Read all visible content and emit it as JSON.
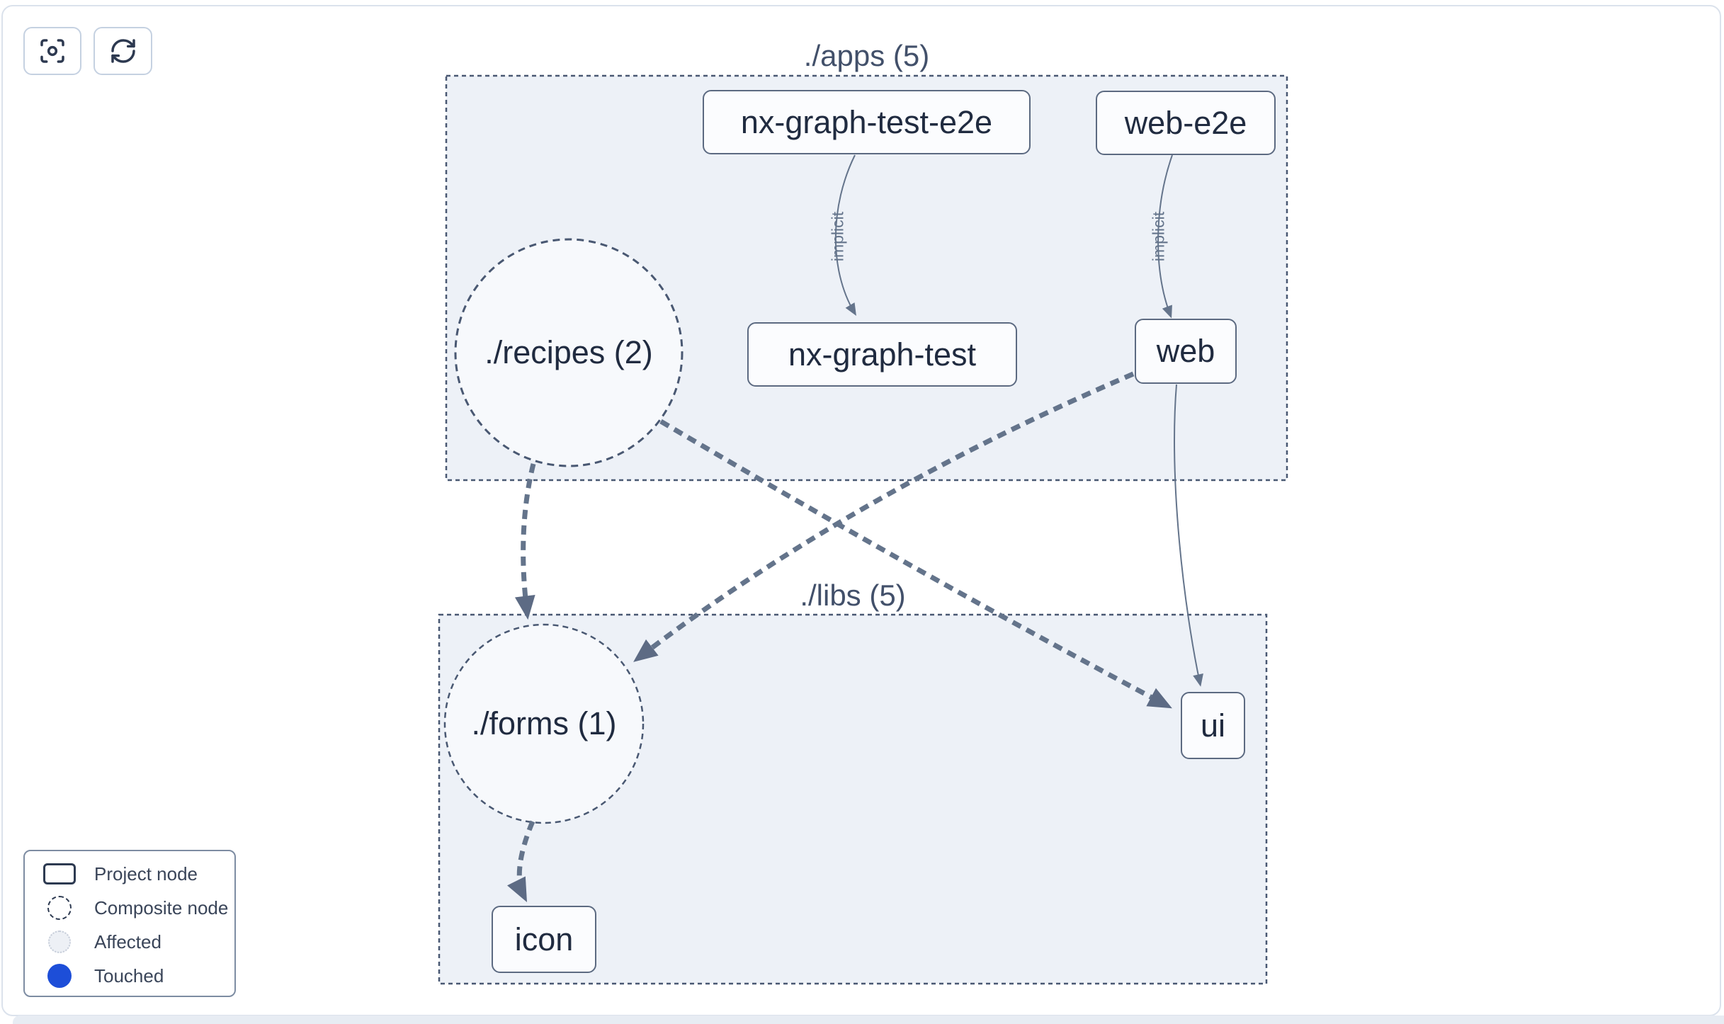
{
  "toolbar": {
    "buttons": [
      {
        "icon": "focus-icon"
      },
      {
        "icon": "refresh-icon"
      }
    ]
  },
  "graph": {
    "groups": [
      {
        "id": "apps",
        "label": "./apps (5)"
      },
      {
        "id": "libs",
        "label": "./libs (5)"
      }
    ],
    "project_nodes": [
      {
        "id": "nx-graph-test-e2e",
        "label": "nx-graph-test-e2e",
        "group": "apps"
      },
      {
        "id": "web-e2e",
        "label": "web-e2e",
        "group": "apps"
      },
      {
        "id": "nx-graph-test",
        "label": "nx-graph-test",
        "group": "apps"
      },
      {
        "id": "web",
        "label": "web",
        "group": "apps"
      },
      {
        "id": "ui",
        "label": "ui",
        "group": "libs"
      },
      {
        "id": "icon",
        "label": "icon",
        "group": "libs"
      }
    ],
    "composite_nodes": [
      {
        "id": "recipes",
        "label": "./recipes (2)",
        "group": "apps"
      },
      {
        "id": "forms",
        "label": "./forms (1)",
        "group": "libs"
      }
    ],
    "edges": [
      {
        "from": "nx-graph-test-e2e",
        "to": "nx-graph-test",
        "type": "implicit",
        "label": "implicit"
      },
      {
        "from": "web-e2e",
        "to": "web",
        "type": "implicit",
        "label": "implicit"
      },
      {
        "from": "web",
        "to": "ui",
        "type": "direct"
      },
      {
        "from": "./recipes (2)",
        "to": "./forms (1)",
        "type": "composite"
      },
      {
        "from": "./recipes (2)",
        "to": "ui",
        "type": "composite"
      },
      {
        "from": "web",
        "to": "./forms (1)",
        "type": "composite"
      },
      {
        "from": "./forms (1)",
        "to": "icon",
        "type": "composite"
      }
    ]
  },
  "legend": {
    "items": [
      {
        "swatch": "project-node",
        "label": "Project node"
      },
      {
        "swatch": "composite-node",
        "label": "Composite node"
      },
      {
        "swatch": "affected",
        "label": "Affected"
      },
      {
        "swatch": "touched",
        "label": "Touched"
      }
    ]
  },
  "colors": {
    "group_fill": "#edf1f7",
    "composite_fill": "#f7f9fc",
    "edge_slate": "#64748b",
    "node_border": "#5c6a81",
    "touched_blue": "#1d4ed8"
  }
}
